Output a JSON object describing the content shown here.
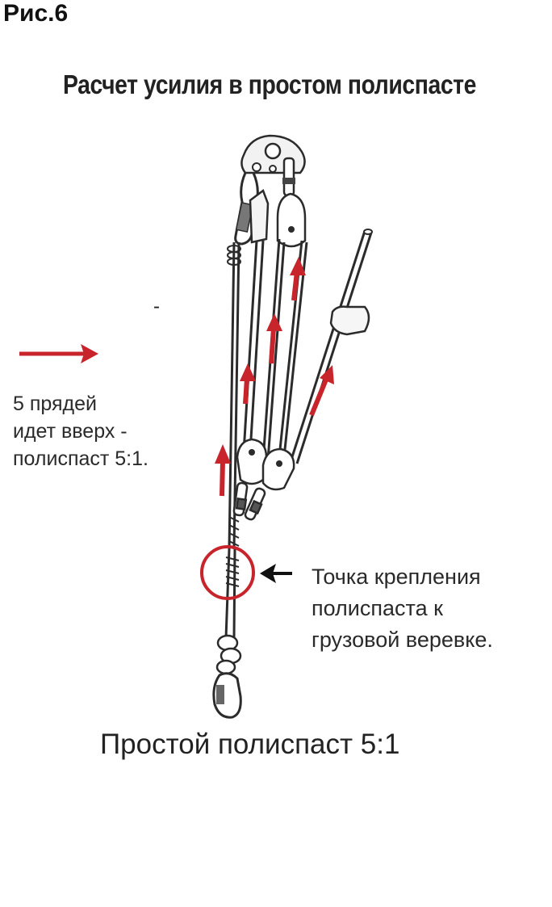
{
  "figure_label": "Рис.6",
  "title": "Расчет усилия в простом полиспасте",
  "dash": "-",
  "left_note": {
    "lines": [
      "5 прядей",
      "идет вверх -",
      "полиспаст 5:1."
    ]
  },
  "right_note": {
    "lines": [
      "Точка крепления",
      "полиспаста к",
      "грузовой веревке."
    ]
  },
  "caption": "Простой полиспаст 5:1",
  "colors": {
    "arrow": "#c8242b",
    "rope": "#2b2b2b",
    "highlight_circle": "#c8242b",
    "text": "#222222"
  },
  "icons": [
    "anchor-plate-icon",
    "pulley-icon",
    "carabiner-icon",
    "rope-grab-icon",
    "knot-icon"
  ],
  "strands_up": 5
}
